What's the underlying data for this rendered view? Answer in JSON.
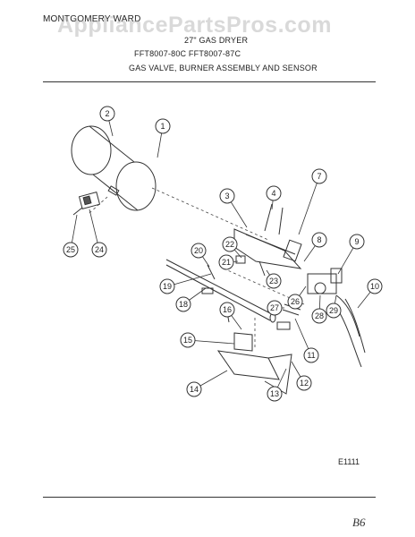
{
  "header": {
    "brand": "MONTGOMERY WARD",
    "watermark": "AppliancePartsPros.com",
    "subtitle": "27\" GAS DRYER",
    "models": "FFT8007-80C  FFT8007-87C",
    "section": "GAS VALVE, BURNER ASSEMBLY AND SENSOR"
  },
  "footer": {
    "diagram_code": "E1111",
    "page_mark": "B6"
  },
  "callouts": [
    "1",
    "2",
    "3",
    "4",
    "7",
    "8",
    "9",
    "10",
    "11",
    "12",
    "13",
    "14",
    "15",
    "16",
    "18",
    "19",
    "20",
    "21",
    "22",
    "23",
    "24",
    "25",
    "26",
    "27",
    "28",
    "29"
  ]
}
